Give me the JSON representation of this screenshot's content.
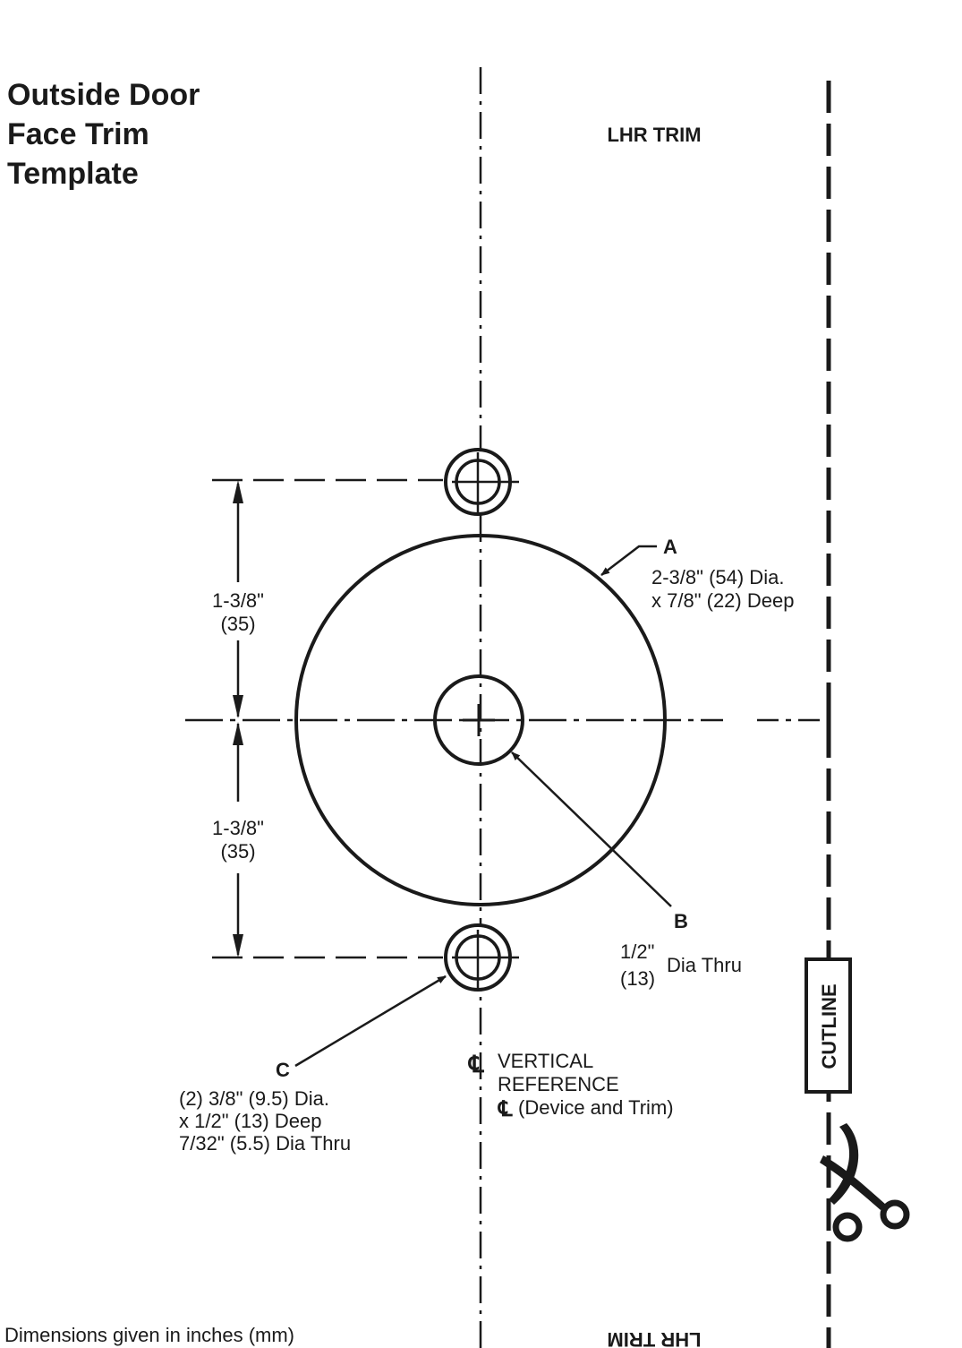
{
  "title": {
    "line1": "Outside Door",
    "line2": "Face Trim",
    "line3": "Template"
  },
  "trim_label_top": "LHR TRIM",
  "trim_label_bottom": "LHR TRIM",
  "dimensions_note": "Dimensions given in inches (mm)",
  "cutline_label": "CUTLINE",
  "dim_upper": {
    "line1": "1-3/8\"",
    "line2": "(35)"
  },
  "dim_lower": {
    "line1": "1-3/8\"",
    "line2": "(35)"
  },
  "callout_a": {
    "letter": "A",
    "line1": "2-3/8\" (54) Dia.",
    "line2": "x 7/8\" (22) Deep"
  },
  "callout_b": {
    "letter": "B",
    "line1": "1/2\"",
    "line2": "(13)",
    "suffix": "Dia Thru"
  },
  "callout_c": {
    "letter": "C",
    "line1": "(2) 3/8\" (9.5) Dia.",
    "line2": "x 1/2\" (13) Deep",
    "line3": "7/32\" (5.5) Dia Thru"
  },
  "vertical_reference": {
    "symbol": "℄",
    "line1": "VERTICAL",
    "line2": "REFERENCE",
    "line3": "(Device and Trim)"
  },
  "colors": {
    "ink": "#1a1a1a",
    "background": "#ffffff"
  },
  "icons": [
    "scissors-icon",
    "centerline-symbol"
  ]
}
